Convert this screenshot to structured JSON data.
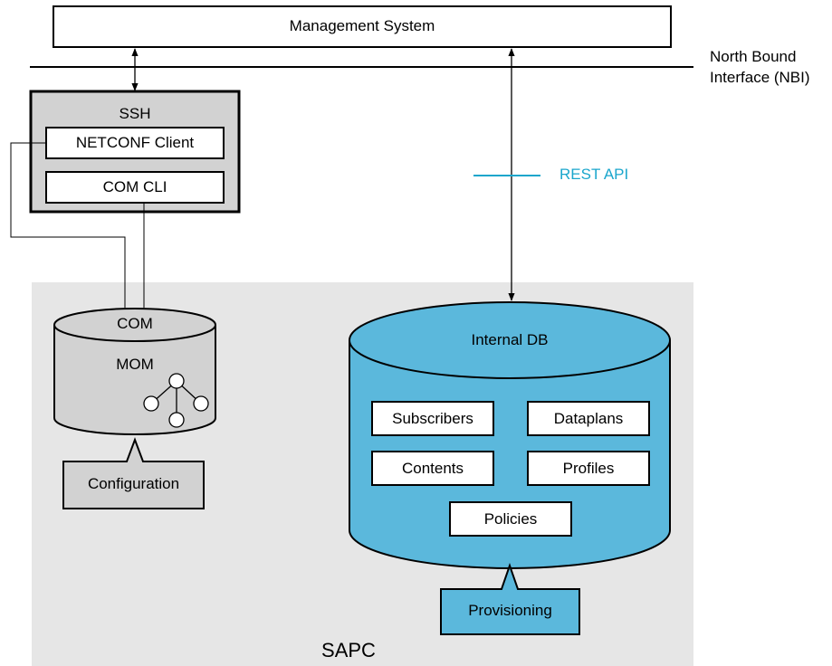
{
  "colors": {
    "sapc_region": "#e6e6e6",
    "com_fill": "#d2d2d2",
    "db_fill": "#5bb8dc",
    "rest_accent": "#1aa6cc",
    "stroke": "#000000"
  },
  "diagram": {
    "management_system": "Management System",
    "nbi_label_line1": "North Bound",
    "nbi_label_line2": "Interface (NBI)",
    "ssh_box": {
      "title": "SSH",
      "netconf": "NETCONF Client",
      "com_cli": "COM CLI"
    },
    "rest_api": "REST API",
    "com_db": {
      "top": "COM",
      "body": "MOM",
      "callout": "Configuration"
    },
    "internal_db": {
      "title": "Internal DB",
      "items": [
        "Subscribers",
        "Dataplans",
        "Contents",
        "Profiles",
        "Policies"
      ],
      "callout": "Provisioning"
    },
    "region_label": "SAPC"
  }
}
